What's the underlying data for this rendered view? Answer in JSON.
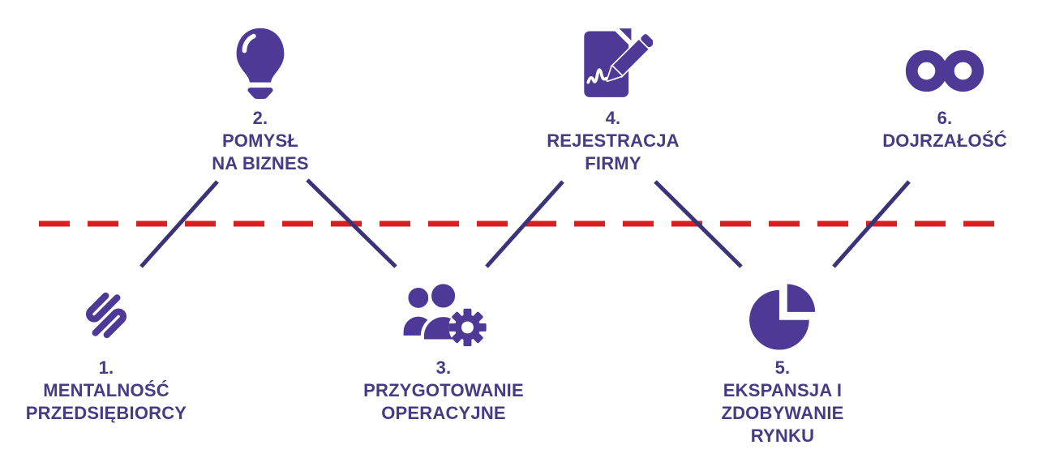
{
  "colors": {
    "icon": "#4e3a96",
    "text": "#453c85",
    "connector": "#3b3379",
    "timeline": "#dd1c24",
    "background": "#ffffff"
  },
  "steps": [
    {
      "number": "1.",
      "label_lines": [
        "MENTALNOŚĆ",
        "PRZEDSIĘBIORCY"
      ],
      "icon": "squiggle-mark-icon",
      "row": "bottom"
    },
    {
      "number": "2.",
      "label_lines": [
        "POMYSŁ",
        "NA BIZNES"
      ],
      "icon": "lightbulb-icon",
      "row": "top"
    },
    {
      "number": "3.",
      "label_lines": [
        "PRZYGOTOWANIE",
        "OPERACYJNE"
      ],
      "icon": "team-gear-icon",
      "row": "bottom"
    },
    {
      "number": "4.",
      "label_lines": [
        "REJESTRACJA",
        "FIRMY"
      ],
      "icon": "document-pencil-icon",
      "row": "top"
    },
    {
      "number": "5.",
      "label_lines": [
        "EKSPANSJA I",
        "ZDOBYWANIE",
        "RYNKU"
      ],
      "icon": "pie-chart-icon",
      "row": "bottom"
    },
    {
      "number": "6.",
      "label_lines": [
        "DOJRZAŁOŚĆ"
      ],
      "icon": "infinity-icon",
      "row": "top"
    }
  ]
}
